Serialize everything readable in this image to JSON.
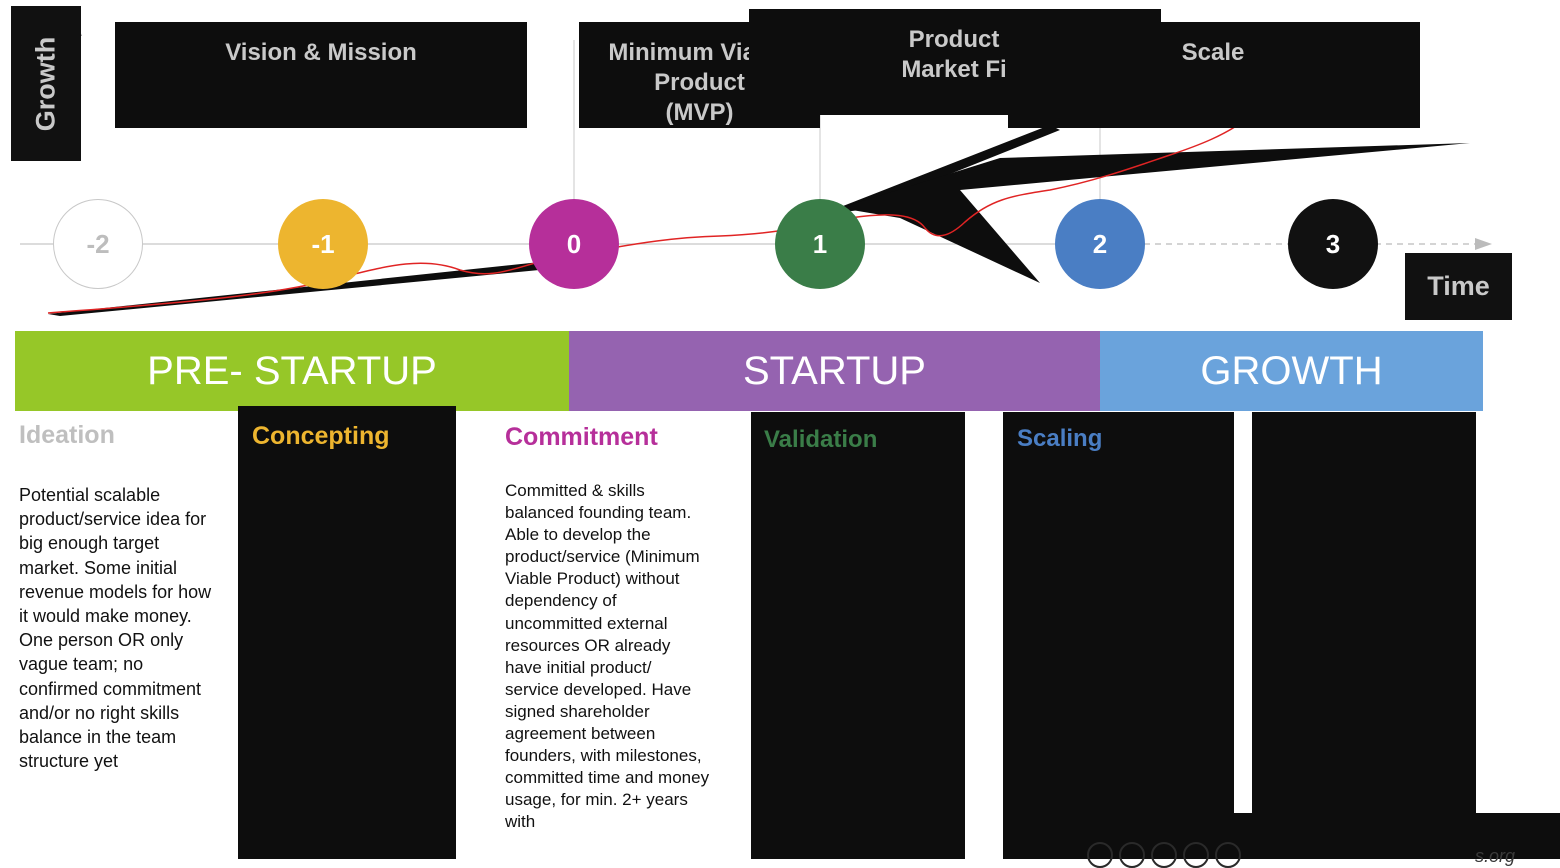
{
  "axes": {
    "y_label": "Growth",
    "x_label": "Time"
  },
  "stage_headers": {
    "vision": "Vision & Mission",
    "mvp": "Minimum Viable\nProduct\n(MVP)",
    "pmf": "Product\nMarket Fi",
    "scale": "Scale"
  },
  "milestones": [
    {
      "label": "-2",
      "color": "#ffffff"
    },
    {
      "label": "-1",
      "color": "#edb52f"
    },
    {
      "label": "0",
      "color": "#b62f9a"
    },
    {
      "label": "1",
      "color": "#3a7d48"
    },
    {
      "label": "2",
      "color": "#4a7ec4"
    },
    {
      "label": "3",
      "color": "#111111"
    }
  ],
  "phases": [
    {
      "label": "PRE- STARTUP",
      "color": "#96c728"
    },
    {
      "label": "STARTUP",
      "color": "#9563b0"
    },
    {
      "label": "GROWTH",
      "color": "#6aa3dc"
    }
  ],
  "columns": {
    "ideation": {
      "title": "Ideation",
      "color": "#bfbfbf",
      "text": "Potential scalable product/service idea for big enough target market. Some initial revenue models for how it would make money. One person OR only vague team; no confirmed commitment and/or no right skills balance in the team structure yet"
    },
    "concepting": {
      "title": "Concepting",
      "color": "#edb52f"
    },
    "commitment": {
      "title": "Commitment",
      "color": "#b62f9a",
      "text": "Committed & skills balanced founding team. Able to develop the product/service (Minimum Viable Product) without dependency of uncommitted external resources OR already have initial product/ service developed. Have signed shareholder agreement between founders, with milestones, committed time and money usage, for min. 2+ years with"
    },
    "validation": {
      "title": "Validation",
      "color": "#3a7d48"
    },
    "scaling": {
      "title": "Scaling",
      "color": "#4a7ec4"
    }
  },
  "footer": {
    "url_fragment": "s.org"
  }
}
